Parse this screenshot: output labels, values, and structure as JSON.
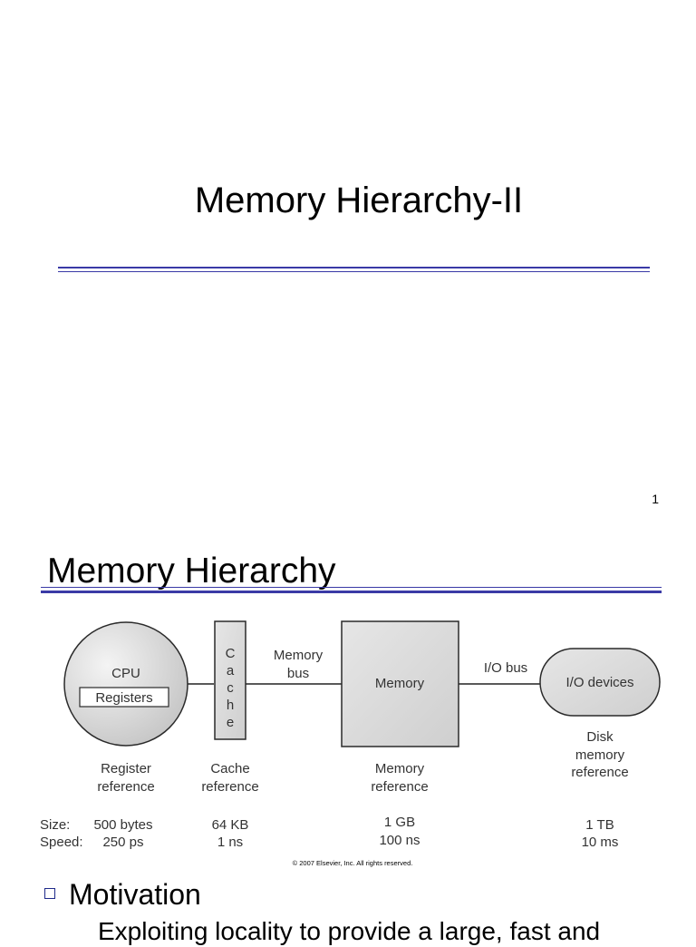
{
  "slide1": {
    "title": "Memory Hierarchy-II",
    "page_number": "1"
  },
  "slide2": {
    "title": "Memory Hierarchy",
    "diagram": {
      "cpu_label": "CPU",
      "registers_label": "Registers",
      "cache_letters": [
        "C",
        "a",
        "c",
        "h",
        "e"
      ],
      "memory_bus_label": [
        "Memory",
        "bus"
      ],
      "memory_label": "Memory",
      "io_bus_label": "I/O bus",
      "io_devices_label": "I/O devices",
      "register_reference": [
        "Register",
        "reference"
      ],
      "cache_reference": [
        "Cache",
        "reference"
      ],
      "memory_reference": [
        "Memory",
        "reference"
      ],
      "disk_reference": [
        "Disk",
        "memory",
        "reference"
      ],
      "size_label": "Size:",
      "speed_label": "Speed:",
      "register_size": "500 bytes",
      "register_speed": "250 ps",
      "cache_size": "64 KB",
      "cache_speed": "1 ns",
      "memory_size": "1 GB",
      "memory_speed": "100 ns",
      "disk_size": "1 TB",
      "disk_speed": "10 ms",
      "copyright": "© 2007 Elsevier, Inc. All rights reserved."
    },
    "bullet": "Motivation",
    "sub_bullet": "Exploiting locality to provide a large, fast and"
  },
  "colors": {
    "rule": "#3a3aa6",
    "shape_fill": "#d8d8d8",
    "shape_stroke": "#2a2a2a"
  }
}
